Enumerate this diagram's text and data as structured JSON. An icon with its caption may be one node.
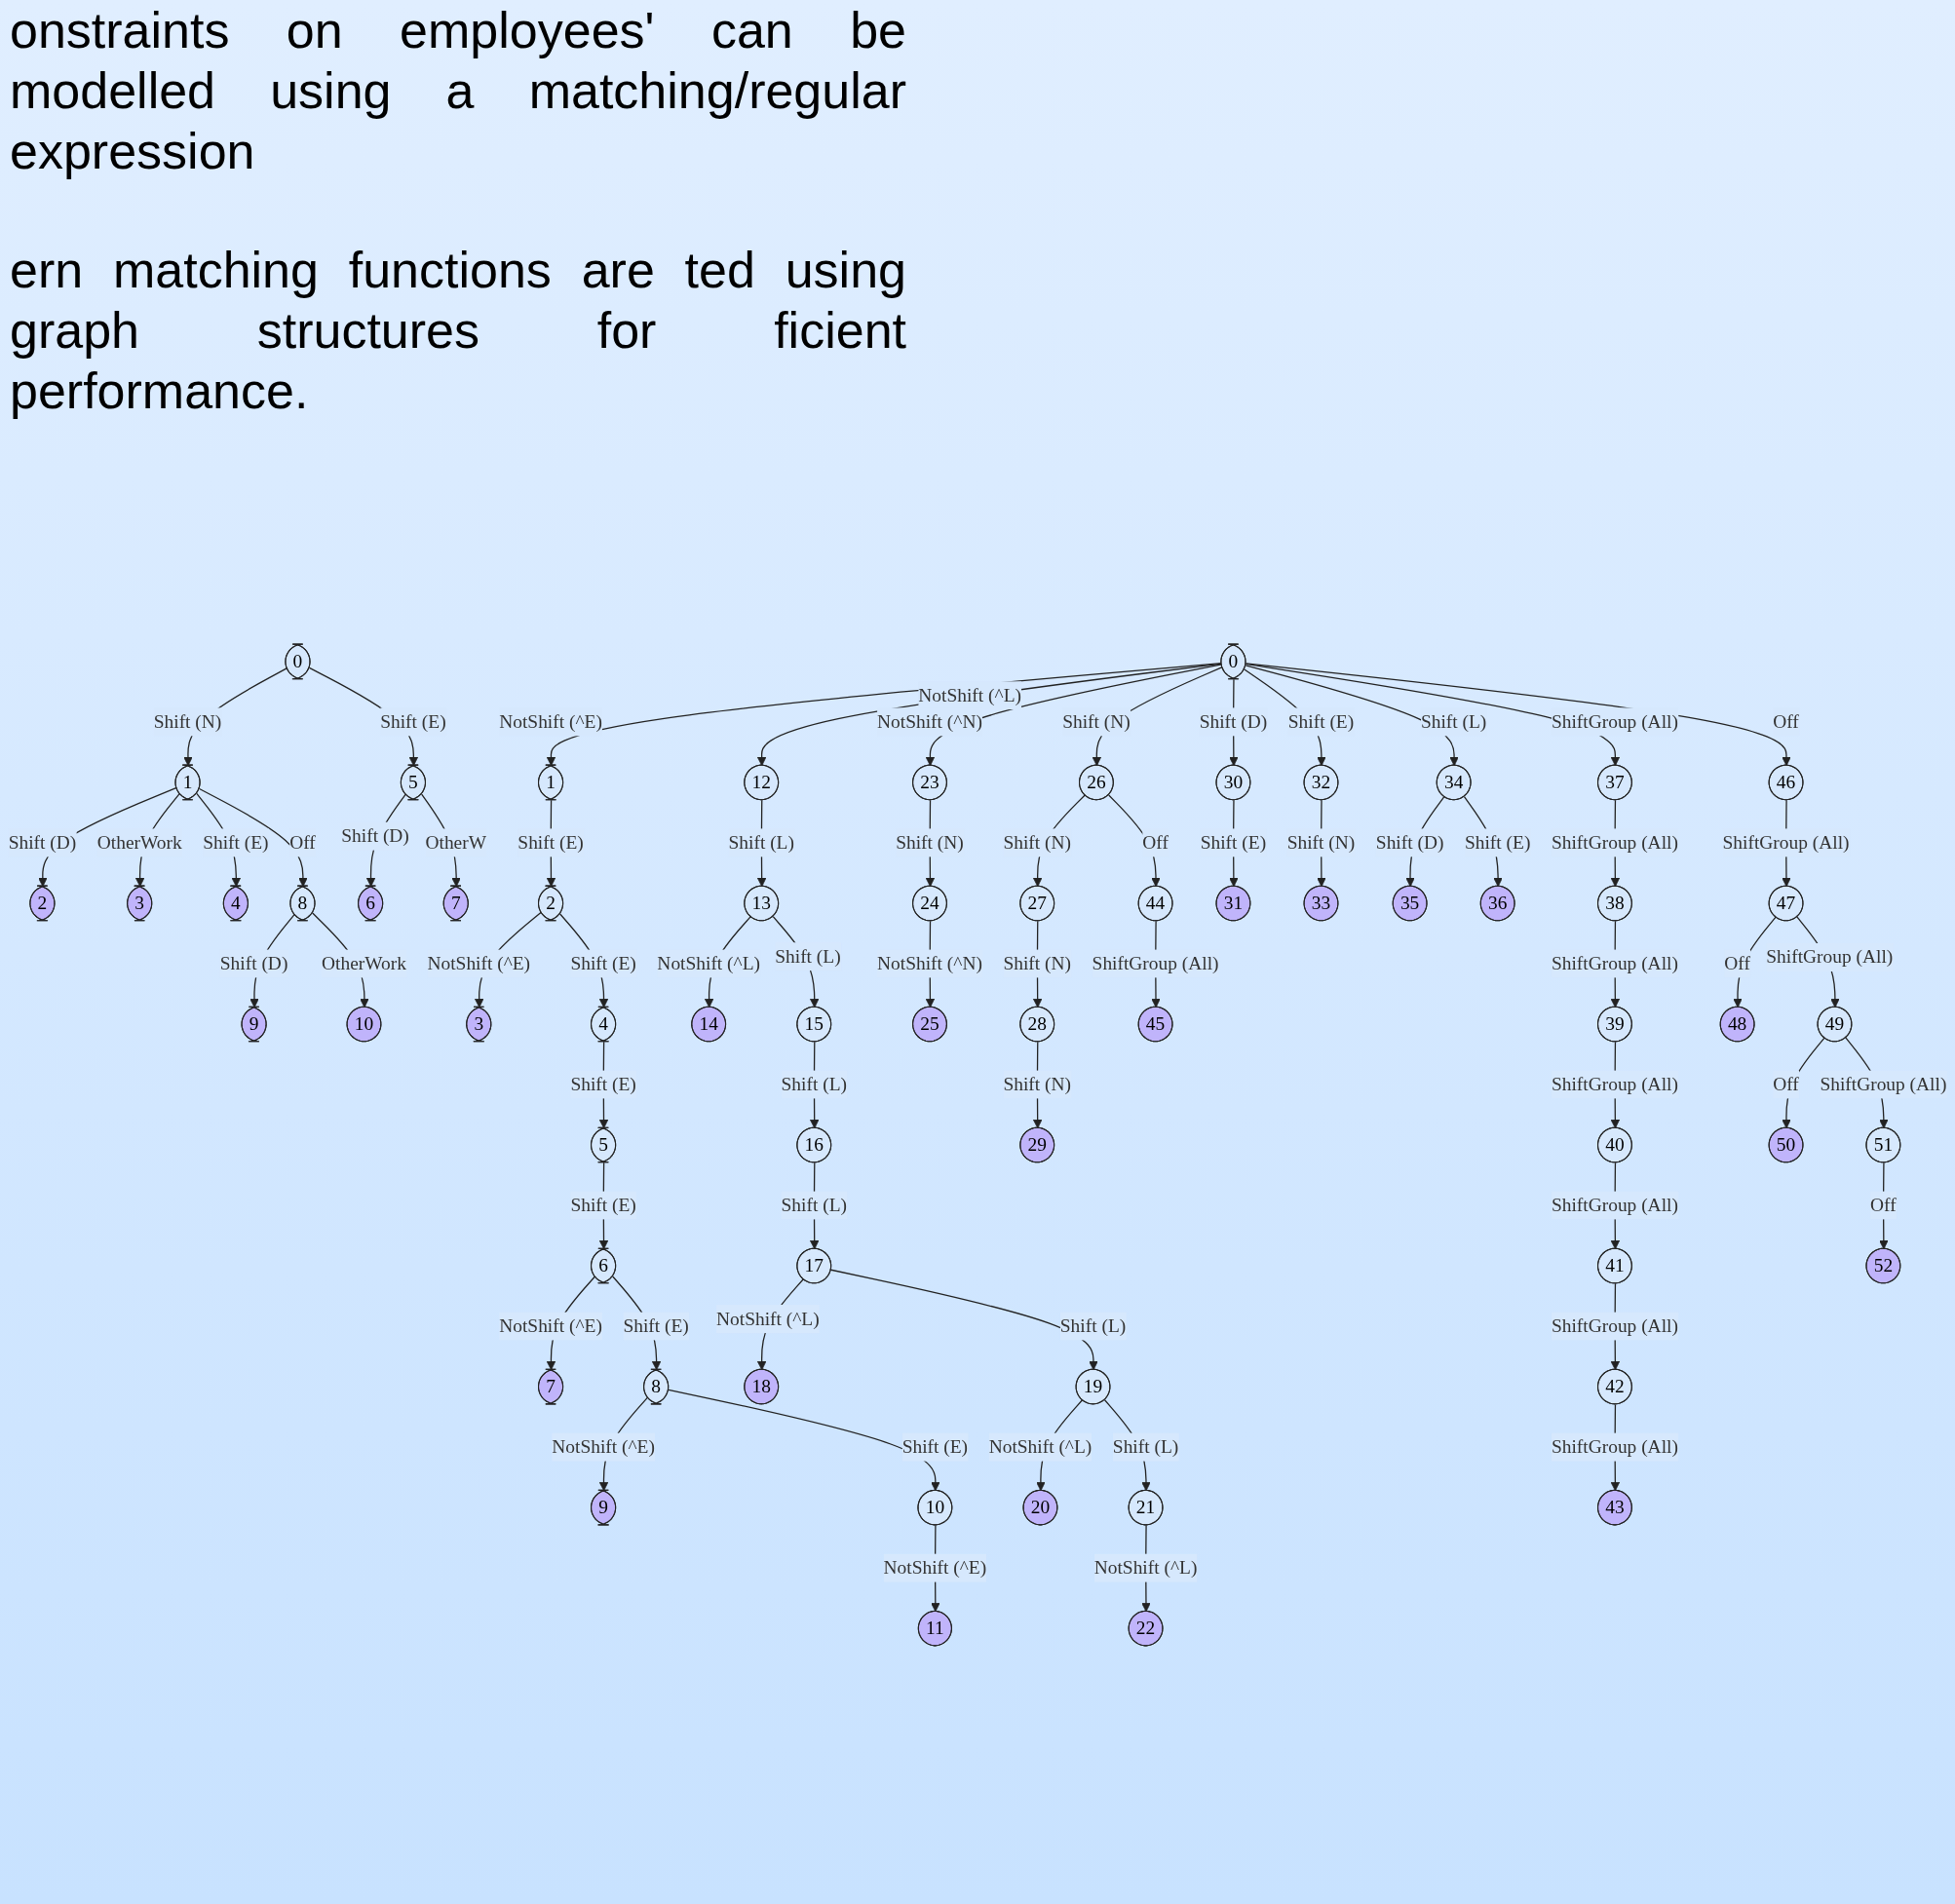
{
  "diagram": {
    "nodes": [
      {
        "text": [
          "0"
        ]
      },
      {
        "text": [
          "1"
        ]
      },
      {
        "text": [
          "5"
        ]
      },
      {
        "text": [
          "2"
        ]
      },
      {
        "text": [
          "3"
        ]
      },
      {
        "text": [
          "4"
        ]
      },
      {
        "text": [
          "8"
        ]
      },
      {
        "text": [
          "6"
        ]
      },
      {
        "text": [
          "7"
        ]
      },
      {
        "text": [
          "9"
        ]
      },
      {
        "text": [
          "10"
        ]
      },
      {
        "text": [
          "0"
        ]
      },
      {
        "text": [
          "1"
        ]
      },
      {
        "text": [
          "2"
        ]
      },
      {
        "text": [
          "3"
        ]
      },
      {
        "text": [
          "4"
        ]
      },
      {
        "text": [
          "5"
        ]
      },
      {
        "text": [
          "6"
        ]
      },
      {
        "text": [
          "7"
        ]
      },
      {
        "text": [
          "8"
        ]
      },
      {
        "text": [
          "9"
        ]
      },
      {
        "text": [
          "10"
        ]
      },
      {
        "text": [
          "11"
        ]
      },
      {
        "text": [
          "12"
        ]
      },
      {
        "text": [
          "13"
        ]
      },
      {
        "text": [
          "14"
        ]
      },
      {
        "text": [
          "15"
        ]
      },
      {
        "text": [
          "16"
        ]
      },
      {
        "text": [
          "17"
        ]
      },
      {
        "text": [
          "18"
        ]
      },
      {
        "text": [
          "19"
        ]
      },
      {
        "text": [
          "20"
        ]
      },
      {
        "text": [
          "21"
        ]
      },
      {
        "text": [
          "22"
        ]
      },
      {
        "text": [
          "23"
        ]
      },
      {
        "text": [
          "24"
        ]
      },
      {
        "text": [
          "25"
        ]
      },
      {
        "text": [
          "26"
        ]
      },
      {
        "text": [
          "27"
        ]
      },
      {
        "text": [
          "28"
        ]
      },
      {
        "text": [
          "29"
        ]
      },
      {
        "text": [
          "30"
        ]
      },
      {
        "text": [
          "31"
        ]
      },
      {
        "text": [
          "32"
        ]
      },
      {
        "text": [
          "33"
        ]
      },
      {
        "text": [
          "34"
        ]
      },
      {
        "text": [
          "35"
        ]
      },
      {
        "text": [
          "36"
        ]
      },
      {
        "text": [
          "37"
        ]
      },
      {
        "text": [
          "38"
        ]
      },
      {
        "text": [
          "39"
        ]
      },
      {
        "text": [
          "40"
        ]
      },
      {
        "text": [
          "41"
        ]
      },
      {
        "text": [
          "42"
        ]
      },
      {
        "text": [
          "43"
        ]
      },
      {
        "text": [
          "44"
        ]
      },
      {
        "text": [
          "45"
        ]
      },
      {
        "text": [
          "46"
        ]
      },
      {
        "text": [
          "47"
        ]
      },
      {
        "text": [
          "48"
        ]
      },
      {
        "text": [
          "49"
        ]
      },
      {
        "text": [
          "50"
        ]
      },
      {
        "text": [
          "51"
        ]
      },
      {
        "text": [
          "52"
        ]
      }
    ],
    "edges": [
      {
        "from": 0,
        "to": 1,
        "arrow": "to",
        "label": "Shift (N)"
      },
      {
        "from": 0,
        "to": 2,
        "arrow": "to",
        "label": "Shift (E)"
      },
      {
        "from": 1,
        "to": 3,
        "arrow": "to",
        "label": "Shift (D)"
      },
      {
        "from": 1,
        "to": 4,
        "arrow": "to",
        "label": "OtherWork"
      },
      {
        "from": 1,
        "to": 5,
        "arrow": "to",
        "label": "Shift (E)"
      },
      {
        "from": 1,
        "to": 6,
        "arrow": "to",
        "label": "Off"
      },
      {
        "from": 2,
        "to": 7,
        "arrow": "to",
        "label": "Shift (D)"
      },
      {
        "from": 2,
        "to": 8,
        "arrow": "to",
        "label": "OtherW"
      },
      {
        "from": 6,
        "to": 9,
        "arrow": "to",
        "label": "Shift (D)"
      },
      {
        "from": 6,
        "to": 10,
        "arrow": "to",
        "label": "OtherWork"
      },
      {
        "from": 11,
        "to": 12,
        "arrow": "to",
        "label": "NotShift (^E)"
      },
      {
        "from": 11,
        "to": 23,
        "arrow": "to",
        "label": "NotShift (^L)"
      },
      {
        "from": 11,
        "to": 34,
        "arrow": "to",
        "label": "NotShift (^N)"
      },
      {
        "from": 11,
        "to": 37,
        "arrow": "to",
        "label": "Shift (N)"
      },
      {
        "from": 11,
        "to": 41,
        "arrow": "to",
        "label": "Shift (D)"
      },
      {
        "from": 11,
        "to": 43,
        "arrow": "to",
        "label": "Shift (E)"
      },
      {
        "from": 11,
        "to": 45,
        "arrow": "to",
        "label": "Shift (L)"
      },
      {
        "from": 11,
        "to": 48,
        "arrow": "to",
        "label": "ShiftGroup (All)"
      },
      {
        "from": 11,
        "to": 57,
        "arrow": "to",
        "label": "Off"
      },
      {
        "from": 12,
        "to": 13,
        "arrow": "to",
        "label": "Shift (E)"
      },
      {
        "from": 13,
        "to": 14,
        "arrow": "to",
        "label": "NotShift (^E)"
      },
      {
        "from": 13,
        "to": 15,
        "arrow": "to",
        "label": "Shift (E)"
      },
      {
        "from": 15,
        "to": 16,
        "arrow": "to",
        "label": "Shift (E)"
      },
      {
        "from": 16,
        "to": 17,
        "arrow": "to",
        "label": "Shift (E)"
      },
      {
        "from": 17,
        "to": 18,
        "arrow": "to",
        "label": "NotShift (^E)"
      },
      {
        "from": 17,
        "to": 19,
        "arrow": "to",
        "label": "Shift (E)"
      },
      {
        "from": 19,
        "to": 20,
        "arrow": "to",
        "label": "NotShift (^E)"
      },
      {
        "from": 19,
        "to": 21,
        "arrow": "to",
        "label": "Shift (E)"
      },
      {
        "from": 21,
        "to": 22,
        "arrow": "to",
        "label": "NotShift (^E)"
      },
      {
        "from": 23,
        "to": 24,
        "arrow": "to",
        "label": "Shift (L)"
      },
      {
        "from": 24,
        "to": 25,
        "arrow": "to",
        "label": "NotShift (^L)"
      },
      {
        "from": 24,
        "to": 26,
        "arrow": "to",
        "label": "Shift (L)"
      },
      {
        "from": 26,
        "to": 27,
        "arrow": "to",
        "label": "Shift (L)"
      },
      {
        "from": 27,
        "to": 28,
        "arrow": "to",
        "label": "Shift (L)"
      },
      {
        "from": 28,
        "to": 29,
        "arrow": "to",
        "label": "NotShift (^L)"
      },
      {
        "from": 28,
        "to": 30,
        "arrow": "to",
        "label": "Shift (L)"
      },
      {
        "from": 30,
        "to": 31,
        "arrow": "to",
        "label": "NotShift (^L)"
      },
      {
        "from": 30,
        "to": 32,
        "arrow": "to",
        "label": "Shift (L)"
      },
      {
        "from": 32,
        "to": 33,
        "arrow": "to",
        "label": "NotShift (^L)"
      },
      {
        "from": 34,
        "to": 35,
        "arrow": "to",
        "label": "Shift (N)"
      },
      {
        "from": 35,
        "to": 36,
        "arrow": "to",
        "label": "NotShift (^N)"
      },
      {
        "from": 37,
        "to": 38,
        "arrow": "to",
        "label": "Shift (N)"
      },
      {
        "from": 37,
        "to": 55,
        "arrow": "to",
        "label": "Off"
      },
      {
        "from": 38,
        "to": 39,
        "arrow": "to",
        "label": "Shift (N)"
      },
      {
        "from": 39,
        "to": 40,
        "arrow": "to",
        "label": "Shift (N)"
      },
      {
        "from": 55,
        "to": 56,
        "arrow": "to",
        "label": "ShiftGroup (All)"
      },
      {
        "from": 41,
        "to": 42,
        "arrow": "to",
        "label": "Shift (E)"
      },
      {
        "from": 43,
        "to": 44,
        "arrow": "to",
        "label": "Shift (N)"
      },
      {
        "from": 45,
        "to": 46,
        "arrow": "to",
        "label": "Shift (D)"
      },
      {
        "from": 45,
        "to": 47,
        "arrow": "to",
        "label": "Shift (E)"
      },
      {
        "from": 48,
        "to": 49,
        "arrow": "to",
        "label": "ShiftGroup (All)"
      },
      {
        "from": 49,
        "to": 50,
        "arrow": "to",
        "label": "ShiftGroup (All)"
      },
      {
        "from": 50,
        "to": 51,
        "arrow": "to",
        "label": "ShiftGroup (All)"
      },
      {
        "from": 51,
        "to": 52,
        "arrow": "to",
        "label": "ShiftGroup (All)"
      },
      {
        "from": 52,
        "to": 53,
        "arrow": "to",
        "label": "ShiftGroup (All)"
      },
      {
        "from": 53,
        "to": 54,
        "arrow": "to",
        "label": "ShiftGroup (All)"
      },
      {
        "from": 57,
        "to": 58,
        "arrow": "to",
        "label": "ShiftGroup (All)"
      },
      {
        "from": 58,
        "to": 59,
        "arrow": "to",
        "label": "Off"
      },
      {
        "from": 58,
        "to": 60,
        "arrow": "to",
        "label": "ShiftGroup (All)"
      },
      {
        "from": 60,
        "to": 61,
        "arrow": "to",
        "label": "Off"
      },
      {
        "from": 60,
        "to": 62,
        "arrow": "to",
        "label": "ShiftGroup (All)"
      },
      {
        "from": 62,
        "to": 63,
        "arrow": "to",
        "label": "Off"
      }
    ],
    "labels": [
      "onstraints on employees' can be modelled using a matching/regular expression",
      "ern matching functions are ted using graph structures for ficient performance."
    ]
  }
}
